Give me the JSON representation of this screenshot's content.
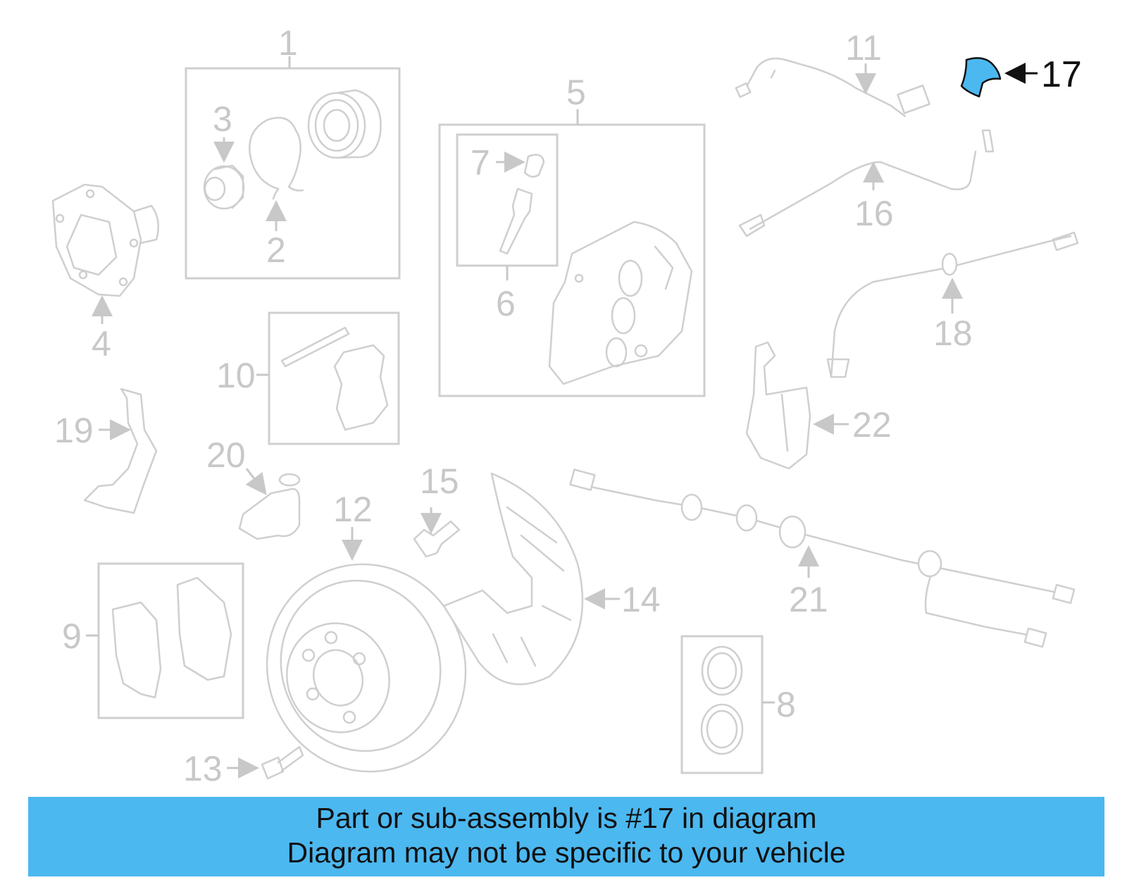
{
  "callouts": {
    "c1": "1",
    "c2": "2",
    "c3": "3",
    "c4": "4",
    "c5": "5",
    "c6": "6",
    "c7": "7",
    "c8": "8",
    "c9": "9",
    "c10": "10",
    "c11": "11",
    "c12": "12",
    "c13": "13",
    "c14": "14",
    "c15": "15",
    "c16": "16",
    "c17": "17",
    "c18": "18",
    "c19": "19",
    "c20": "20",
    "c21": "21",
    "c22": "22"
  },
  "highlight": {
    "part": "17",
    "color": "#4cb8f0"
  },
  "banner": {
    "line1": "Part or sub-assembly is #17 in diagram",
    "line2": "Diagram may not be specific to your vehicle",
    "color": "#4cb8f0"
  }
}
